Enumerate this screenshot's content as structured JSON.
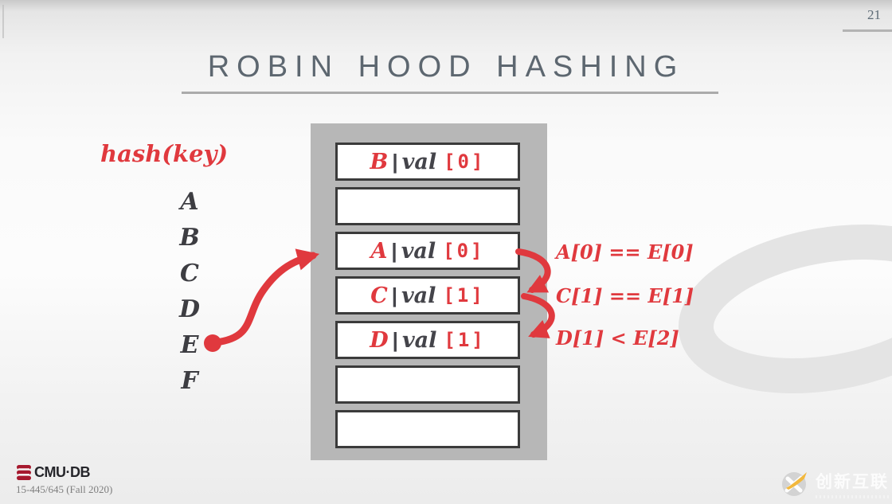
{
  "page": {
    "number": "21"
  },
  "title": {
    "text": "ROBIN HOOD HASHING"
  },
  "diagram": {
    "hash_label": "hash(key)",
    "keys": [
      "A",
      "B",
      "C",
      "D",
      "E",
      "F"
    ],
    "slots": [
      {
        "filled": true,
        "key": "B",
        "sep": "|",
        "val": "val",
        "idx": "[0]"
      },
      {
        "filled": false
      },
      {
        "filled": true,
        "key": "A",
        "sep": "|",
        "val": "val",
        "idx": "[0]"
      },
      {
        "filled": true,
        "key": "C",
        "sep": "|",
        "val": "val",
        "idx": "[1]"
      },
      {
        "filled": true,
        "key": "D",
        "sep": "|",
        "val": "val",
        "idx": "[1]"
      },
      {
        "filled": false
      },
      {
        "filled": false
      }
    ],
    "comparisons": [
      "A[0] == E[0]",
      "C[1] == E[1]",
      "D[1] < E[2]"
    ]
  },
  "footer": {
    "logo_text": "CMU·DB",
    "course": "15-445/645 (Fall 2020)"
  },
  "watermark": {
    "text": "创新互联"
  },
  "colors": {
    "accent_red": "#E0393E",
    "ink": "#44444A",
    "table_gray": "#B7B7B7",
    "title_gray": "#5D6770"
  }
}
